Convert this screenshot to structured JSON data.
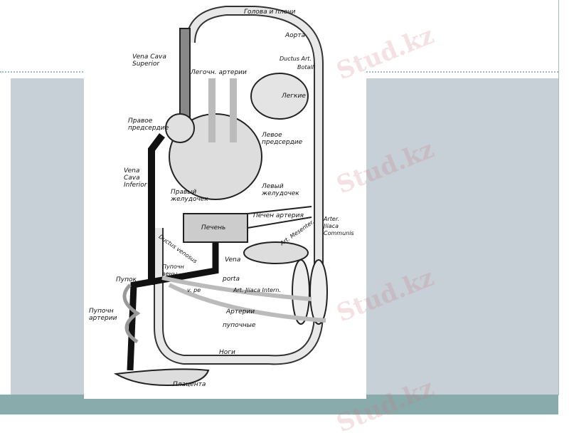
{
  "slide": {
    "figure_labels": {
      "head": "Голова и плечи",
      "aorta": "Аорта",
      "svc": "Vena Cava\nSuperior",
      "ductus": "Ductus Art.",
      "botalli": "Botalli",
      "pulm_art": "Легочн. артерии",
      "lungs": "Легкие",
      "right_atrium": "Правое\nпредсердие",
      "left_atrium": "Левое\nпредсердие",
      "ivc": "Vena\nCava\nInferior",
      "right_ventricle": "Правый\nжелудочек",
      "left_ventricle": "Левый\nжелудочек",
      "liver_artery": "Печен артерия",
      "liver": "Печень",
      "iliac_common": "Arter.\nJliaca\nCommunis",
      "mesenter": "Art. Mesenter.",
      "ductus_venosus": "Ductus venosus",
      "umb_veins": "Пупочн\nвены",
      "vena": "Vena",
      "porta": "porta",
      "navel": "Пупок",
      "v_pe": "v. pe",
      "iliac_int": "Art. Jliaca Intern.",
      "umb_arteries_left": "Пупочн\nартерии",
      "arteries": "Артерии",
      "umbilical": "пупочные",
      "legs": "Ноги",
      "placenta": "Плацента"
    },
    "watermark": "Stud.kz"
  }
}
